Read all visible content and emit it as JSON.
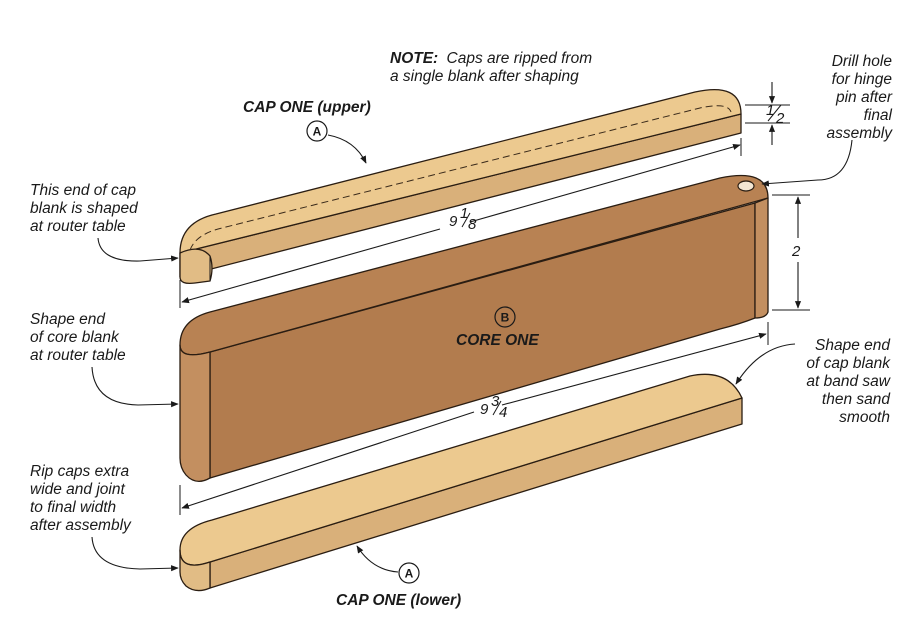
{
  "colors": {
    "cap_top": "#ecc98f",
    "cap_side": "#d9b07a",
    "cap_end": "#e1bc85",
    "core_top": "#b88253",
    "core_face": "#b27c4e",
    "core_end": "#c38f60",
    "ink": "#1a1a1a"
  },
  "note": {
    "prefix": "NOTE:",
    "line1": "Caps are ripped from",
    "line2": "a single blank after shaping"
  },
  "parts": {
    "cap_upper": {
      "letter": "A",
      "label": "CAP ONE (upper)"
    },
    "core": {
      "letter": "B",
      "label": "CORE ONE"
    },
    "cap_lower": {
      "letter": "A",
      "label": "CAP ONE (lower)"
    }
  },
  "dimensions": {
    "cap_thickness": {
      "whole": "",
      "num": "1",
      "den": "2"
    },
    "cap_length": {
      "whole": "9",
      "num": "1",
      "den": "8"
    },
    "core_height": {
      "whole": "2"
    },
    "core_length": {
      "whole": "9",
      "num": "3",
      "den": "4"
    }
  },
  "callouts": {
    "drill": [
      "Drill hole",
      "for hinge",
      "pin after",
      "final",
      "assembly"
    ],
    "cap_end_router": [
      "This end of cap",
      "blank is shaped",
      "at router table"
    ],
    "core_end_router": [
      "Shape end",
      "of core blank",
      "at router table"
    ],
    "cap_end_bandsaw": [
      "Shape end",
      "of cap blank",
      "at band saw",
      "then sand",
      "smooth"
    ],
    "rip_caps": [
      "Rip caps extra",
      "wide and joint",
      "to final width",
      "after assembly"
    ]
  }
}
